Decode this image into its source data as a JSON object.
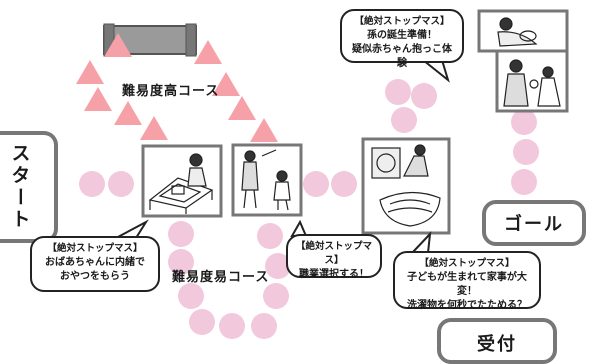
{
  "labels": {
    "start": "スタート",
    "goal": "ゴール",
    "reception": "受付",
    "hard_course": "難易度高コース",
    "easy_course": "難易度易コース"
  },
  "bubbles": {
    "grandchild": {
      "tag": "【絶対ストップマス】",
      "line1": "孫の誕生準備！",
      "line2": "疑似赤ちゃん抱っこ体験"
    },
    "grandma": {
      "tag": "【絶対ストップマス】",
      "line1": "おばあちゃんに内緒で",
      "line2": "おやつをもらう"
    },
    "job": {
      "tag": "【絶対ストップマス】",
      "line1": "職業選択する！"
    },
    "housework": {
      "tag": "【絶対ストップマス】",
      "line1": "子どもが生まれて家事が大変！",
      "line2": "洗濯物を何秒でたためる？"
    }
  },
  "colors": {
    "circle": "#f2c8dc",
    "triangle": "#f6a1a8",
    "frame": "#777777",
    "gate": "#9a9a9a"
  },
  "icons": [
    "grandma-snack-illustration",
    "job-selection-illustration",
    "laundry-illustration",
    "baby-holding-illustration",
    "family-illustration"
  ]
}
